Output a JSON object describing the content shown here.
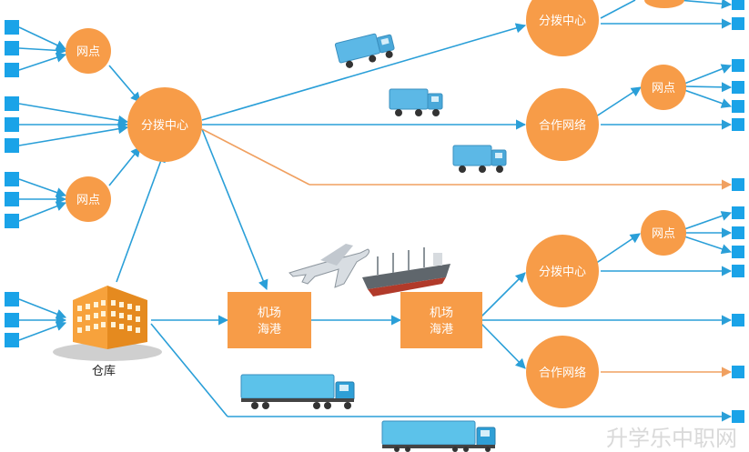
{
  "colors": {
    "line": "#2a9fd8",
    "orange_line": "#f0a060",
    "node": "#f79c48",
    "square": "#1aa3e8"
  },
  "nodes": {
    "netpoint_top": "网点",
    "netpoint_mid": "网点",
    "hub_left": "分拨中心",
    "hub_top": "分拨中心",
    "partner_top": "合作网络",
    "netpoint_right_top": "网点",
    "netpoint_right_mid": "网点",
    "hub_right_mid": "分拨中心",
    "partner_bottom": "合作网络",
    "port_a_line1": "机场",
    "port_a_line2": "海港",
    "port_b_line1": "机场",
    "port_b_line2": "海港",
    "warehouse_label": "仓库"
  },
  "icons": {
    "warehouse": "warehouse-building-icon",
    "airplane": "airplane-icon",
    "ship": "cargo-ship-icon",
    "trucks": "truck-icon"
  },
  "watermark": "升学乐中职网"
}
